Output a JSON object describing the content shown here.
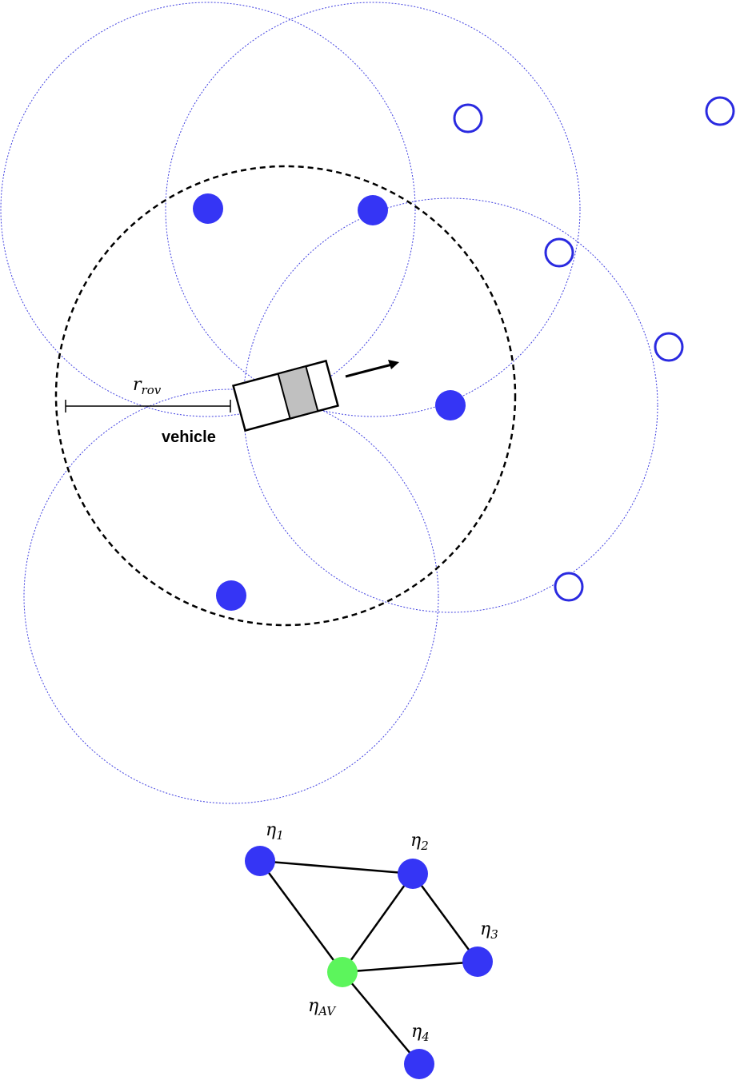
{
  "figure": {
    "vehicle_label": "vehicle",
    "radius_label": {
      "base": "r",
      "sub": "rov"
    },
    "colors": {
      "node_fill": "#3535f5",
      "range_circle": "#4040e0",
      "av_node": "#5cf55c",
      "vehicle_shade": "#c0c0c0"
    }
  },
  "graph": {
    "nodes": [
      {
        "base": "η",
        "sub": "1"
      },
      {
        "base": "η",
        "sub": "2"
      },
      {
        "base": "η",
        "sub": "3"
      },
      {
        "base": "η",
        "sub": "4"
      },
      {
        "base": "η",
        "sub": "AV"
      }
    ],
    "edges": [
      [
        "η1",
        "η2"
      ],
      [
        "η1",
        "ηAV"
      ],
      [
        "η2",
        "ηAV"
      ],
      [
        "η2",
        "η3"
      ],
      [
        "η3",
        "ηAV"
      ],
      [
        "η4",
        "ηAV"
      ]
    ]
  }
}
